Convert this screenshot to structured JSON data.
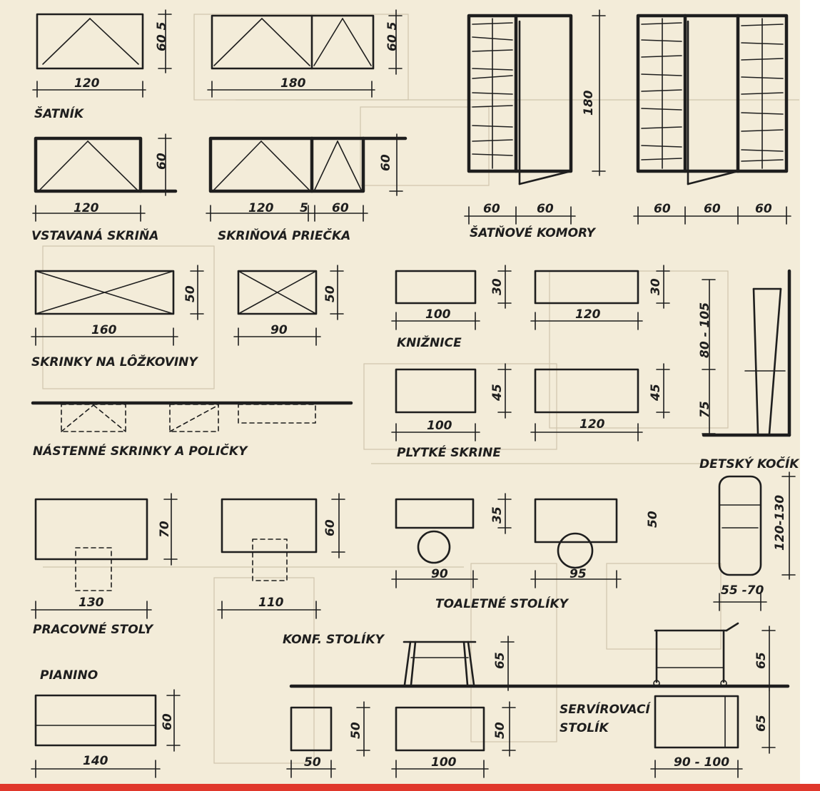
{
  "colors": {
    "paper": "#f3ecd9",
    "ink": "#1e1e1e",
    "bottom_bar": "#e0372b",
    "right_edge": "#ffffff"
  },
  "labels": {
    "satnik": "ŠATNÍK",
    "vstavana": "VSTAVANÁ SKRIŇA",
    "priecka": "SKRIŇOVÁ PRIEČKA",
    "komory": "ŠATŇOVÉ KOMORY",
    "lozkoviny": "SKRINKY NA LÔŽKOVINY",
    "kniznice": "KNIŽNICE",
    "nastenne": "NÁSTENNÉ SKRINKY A POLIČKY",
    "plytke": "PLYTKÉ SKRINE",
    "kocik": "DETSKÝ KOČÍK",
    "stoly": "PRACOVNÉ STOLY",
    "toaletne": "TOALETNÉ STOLÍKY",
    "konf": "KONF. STOLÍKY",
    "pianino": "PIANINO",
    "servir_1": "SERVÍROVACÍ",
    "servir_2": "STOLÍK"
  },
  "dims": {
    "satnik_a_w": "120",
    "satnik_a_d": "60 5",
    "satnik_b_w": "180",
    "satnik_b_d": "60 5",
    "vstav_w": "120",
    "vstav_d": "60",
    "priecka_w1": "120",
    "priecka_gap": "5",
    "priecka_w2": "60",
    "priecka_d": "60",
    "kom_a_w1": "60",
    "kom_a_w2": "60",
    "kom_h": "180",
    "kom_b_w1": "60",
    "kom_b_w2": "60",
    "kom_b_w3": "60",
    "loz_a_w": "160",
    "loz_a_d": "50",
    "loz_b_w": "90",
    "loz_b_d": "50",
    "kniz_a_w": "100",
    "kniz_a_d": "30",
    "kniz_b_w": "120",
    "kniz_b_d": "30",
    "plyt_a_w": "100",
    "plyt_a_d": "45",
    "plyt_b_w": "120",
    "plyt_b_d": "45",
    "kocik_h1": "80 - 105",
    "kocik_h2": "75",
    "kocik_len": "120-130",
    "kocik_wid": "55 -70",
    "stol_a_w": "130",
    "stol_a_d": "70",
    "stol_b_w": "110",
    "stol_b_d": "60",
    "toal_a_w": "90",
    "toal_a_d": "35",
    "toal_b_w": "95",
    "toal_b_d": "50",
    "konf_h": "65",
    "konf_a_w": "50",
    "konf_a_d": "50",
    "konf_b_w": "100",
    "konf_b_d": "50",
    "serv_h": "65",
    "serv_d": "65",
    "serv_w": "90 - 100",
    "piano_w": "140",
    "piano_d": "60"
  }
}
